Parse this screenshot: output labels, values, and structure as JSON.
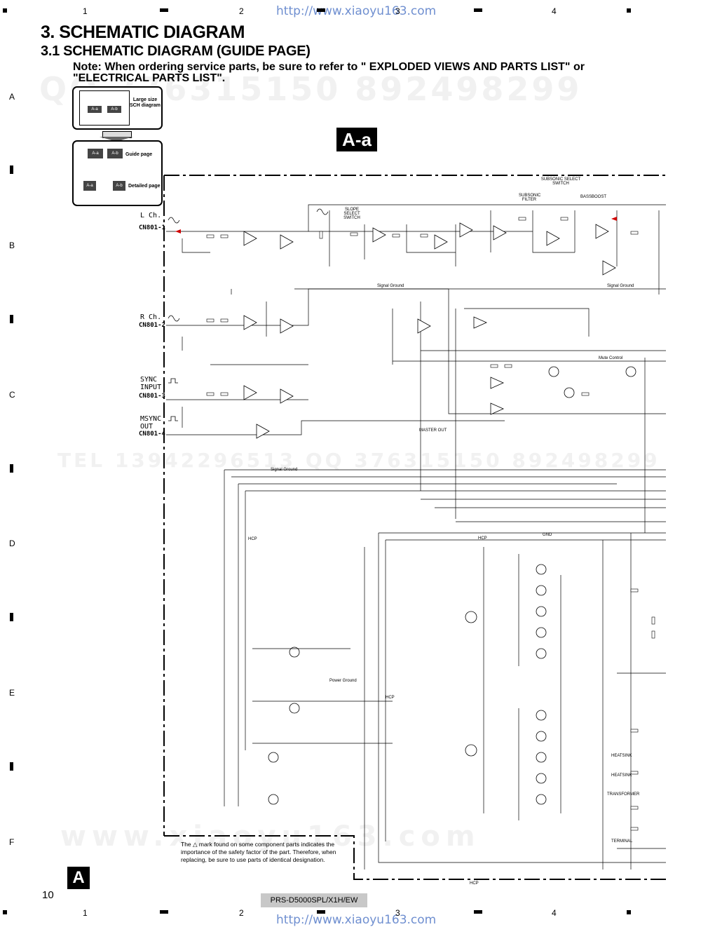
{
  "header": {
    "url": "http://www.xiaoyu163.com",
    "title": "3. SCHEMATIC DIAGRAM",
    "subtitle": "3.1 SCHEMATIC DIAGRAM (GUIDE PAGE)",
    "note": "Note: When ordering service parts, be sure to refer to \" EXPLODED VIEWS AND PARTS LIST\" or \"ELECTRICAL PARTS LIST\"."
  },
  "grid": {
    "columns": [
      "1",
      "2",
      "3",
      "4"
    ],
    "rows": [
      "A",
      "B",
      "C",
      "D",
      "E",
      "F"
    ]
  },
  "guide": {
    "large_label": "Large size SCH diagram",
    "tile_aa": "A-a",
    "tile_ab": "A-b",
    "guide_page_label": "Guide page",
    "detailed_page_label": "Detailed page"
  },
  "section_badge": "A-a",
  "watermarks": {
    "qq": "QQ 376315150   892498299",
    "tel": "TEL 13942296513   QQ 376315150  892498299",
    "www": "www.xiaoyu163.com"
  },
  "schematic": {
    "l_ch": "L Ch.",
    "cn1": "CN801-1",
    "r_ch": "R Ch.",
    "cn2": "CN801-2",
    "sync_input": "SYNC INPUT",
    "cn3": "CN801-3",
    "msync_out": "MSYNC OUT",
    "cn4": "CN801-4",
    "slope_select": "SLOPE SELECT SWITCH",
    "subsonic_select": "SUBSONIC SELECT SWITCH",
    "signal_ground": "Signal Ground",
    "power_ground": "Power Ground",
    "subsonic_filter": "SUBSONIC FILTER",
    "bassboost": "BASSBOOST",
    "master_out": "MASTER OUT",
    "mute_control": "Mute Control",
    "gnd": "GND",
    "heatsink": "HEATSINK",
    "transformer": "TRANSFORMER",
    "terminal": "TERMINAL",
    "hcp": "HCP"
  },
  "footer": {
    "safety_note": "The △ mark found on some component parts indicates the importance of the safety factor of the part. Therefore, when replacing, be sure to use parts of identical designation.",
    "page_badge": "A",
    "page_number": "10",
    "model": "PRS-D5000SPL/X1H/EW"
  }
}
